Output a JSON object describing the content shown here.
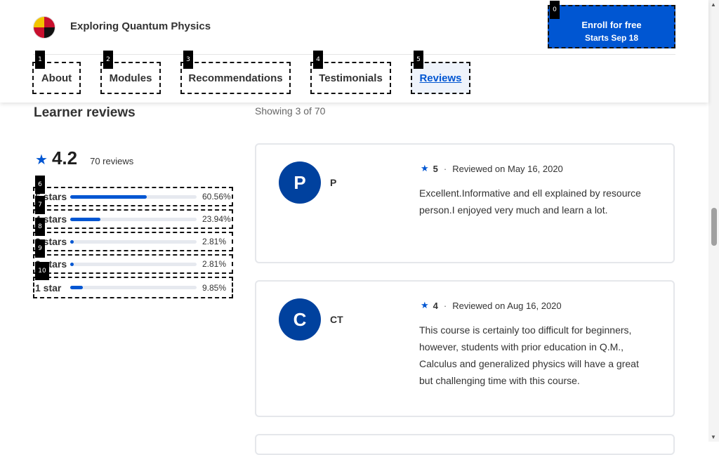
{
  "header": {
    "course_title": "Exploring Quantum Physics",
    "enroll": {
      "line1": "Enroll for free",
      "line2": "Starts Sep 18"
    }
  },
  "tabs": [
    {
      "label": "About",
      "active": false
    },
    {
      "label": "Modules",
      "active": false
    },
    {
      "label": "Recommendations",
      "active": false
    },
    {
      "label": "Testimonials",
      "active": false
    },
    {
      "label": "Reviews",
      "active": true
    }
  ],
  "badges": [
    "0",
    "1",
    "2",
    "3",
    "4",
    "5",
    "6",
    "7",
    "8",
    "9",
    "10"
  ],
  "reviews_section": {
    "title": "Learner reviews",
    "showing": "Showing 3 of 70",
    "rating": "4.2",
    "review_count": "70 reviews",
    "distribution": [
      {
        "label": "5 stars",
        "percent": "60.56%",
        "fraction": 0.6056
      },
      {
        "label": "4 stars",
        "percent": "23.94%",
        "fraction": 0.2394
      },
      {
        "label": "3 stars",
        "percent": "2.81%",
        "fraction": 0.0281
      },
      {
        "label": "2 stars",
        "percent": "2.81%",
        "fraction": 0.0281
      },
      {
        "label": "1 star",
        "percent": "9.85%",
        "fraction": 0.0985
      }
    ]
  },
  "reviews": [
    {
      "initial": "P",
      "name": "P",
      "rating": "5",
      "date": "Reviewed on May 16, 2020",
      "text": "Excellent.Informative and ell explained by resource person.I enjoyed very much and learn a lot."
    },
    {
      "initial": "C",
      "name": "CT",
      "rating": "4",
      "date": "Reviewed on Aug 16, 2020",
      "text": "This course is certainly too difficult for beginners, however, students with prior education in Q.M., Calculus and generalized physics will have a great but challenging time with this course."
    }
  ],
  "icons": {
    "star": "star-icon",
    "logo": "university-logo"
  },
  "colors": {
    "accent": "#0056d2",
    "avatar": "#00419e"
  }
}
